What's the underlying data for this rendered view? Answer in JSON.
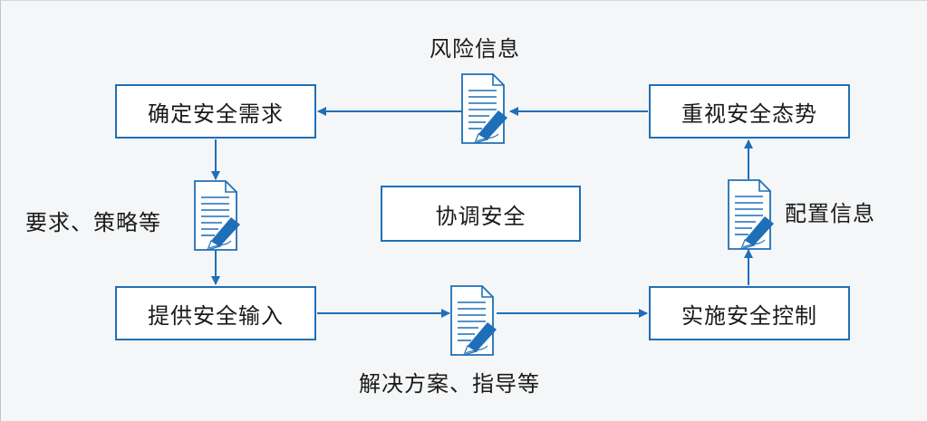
{
  "boxes": {
    "determine": "确定安全需求",
    "attention": "重视安全态势",
    "coordinate": "协调安全",
    "provide": "提供安全输入",
    "implement": "实施安全控制"
  },
  "labels": {
    "risk": "风险信息",
    "requirements": "要求、策略等",
    "config": "配置信息",
    "solution": "解决方案、指导等"
  },
  "colors": {
    "box_border": "#1f6fb8",
    "arrow": "#1f6fb8",
    "doc_fill": "#ffffff",
    "doc_line": "#1f6fb8",
    "pen": "#1f6fb8"
  },
  "icons": [
    "document-icon",
    "pen-icon"
  ]
}
